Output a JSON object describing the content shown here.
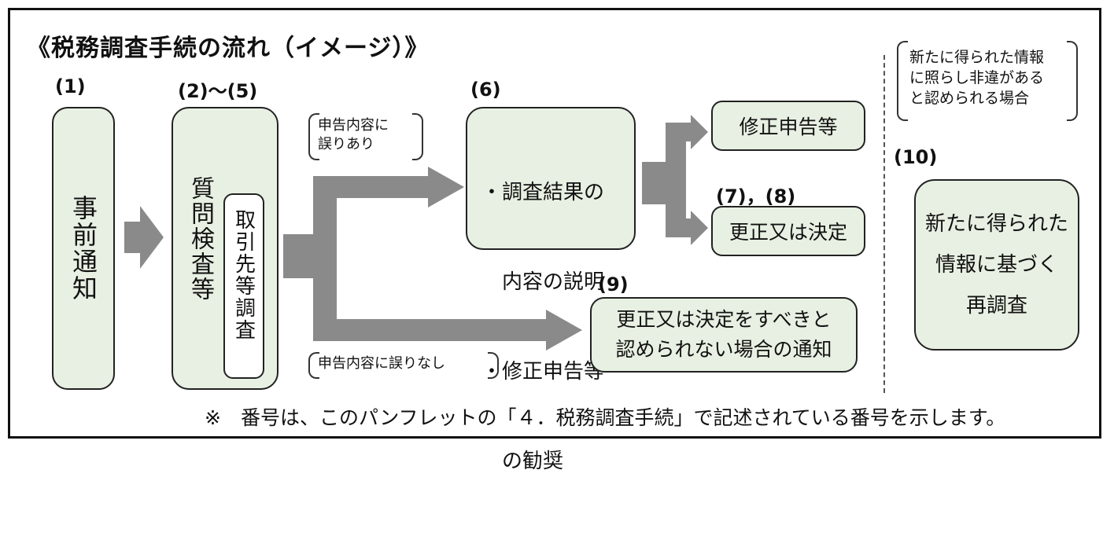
{
  "title": "《税務調査手続の流れ（イメージ）》",
  "labels": {
    "n1": "(1)",
    "n2_5": "(2)〜(5)",
    "n6": "(6)",
    "n7_8": "(7)，(8)",
    "n9": "(9)",
    "n10": "(10)"
  },
  "nodes": {
    "prior_notice": "事前通知",
    "questioning": "質問検査等",
    "client_survey": "取引先等調査",
    "explanation_line1": "・調査結果の",
    "explanation_line2": "　内容の説明",
    "explanation_line3": "・修正申告等",
    "explanation_line4": "　の勧奨",
    "amended_return": "修正申告等",
    "correction": "更正又は決定",
    "no_correction_line1": "更正又は決定をすべきと",
    "no_correction_line2": "認められない場合の通知",
    "reinvestigation_line1": "新たに得られた",
    "reinvestigation_line2": "情報に基づく",
    "reinvestigation_line3": "再調査"
  },
  "annotations": {
    "error_line1": "申告内容に",
    "error_line2": "誤りあり",
    "no_error": "申告内容に誤りなし",
    "new_info_line1": "新たに得られた情報",
    "new_info_line2": "に照らし非違がある",
    "new_info_line3": "と認められる場合"
  },
  "footer": "※　番号は、このパンフレットの「４．税務調査手続」で記述されている番号を示します。",
  "colors": {
    "box_fill": "#e7f0e2",
    "arrow": "#8a8a8a",
    "border": "#222222"
  }
}
